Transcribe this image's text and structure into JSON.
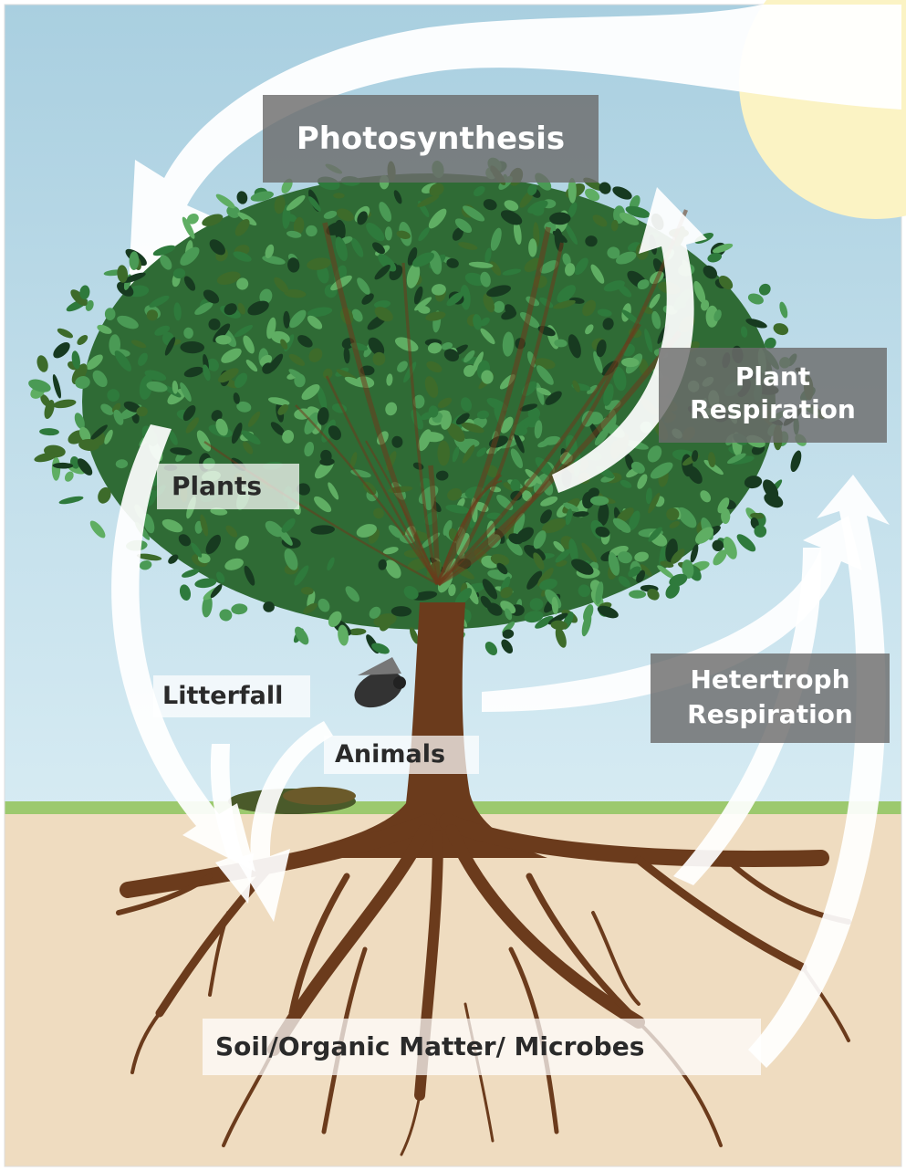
{
  "labels": {
    "photosynthesis": "Photosynthesis",
    "plant_respiration_1": "Plant",
    "plant_respiration_2": "Respiration",
    "hetero_respiration_1": "Hetertroph",
    "hetero_respiration_2": "Respiration",
    "plants": "Plants",
    "litterfall": "Litterfall",
    "animals": "Animals",
    "soil": "Soil/Organic Matter/ Microbes"
  },
  "colors": {
    "sky": "#c9e3ee",
    "soil": "#efdcc0",
    "grass": "#9cc96e",
    "trunk": "#6b3b1c",
    "sun": "#fbf3c4",
    "arrow": "#ffffff",
    "leaf_light": "#4a9a55",
    "leaf_mid": "#2e7a3c",
    "leaf_dark": "#173a20",
    "label_box": "#6c6c6c"
  }
}
